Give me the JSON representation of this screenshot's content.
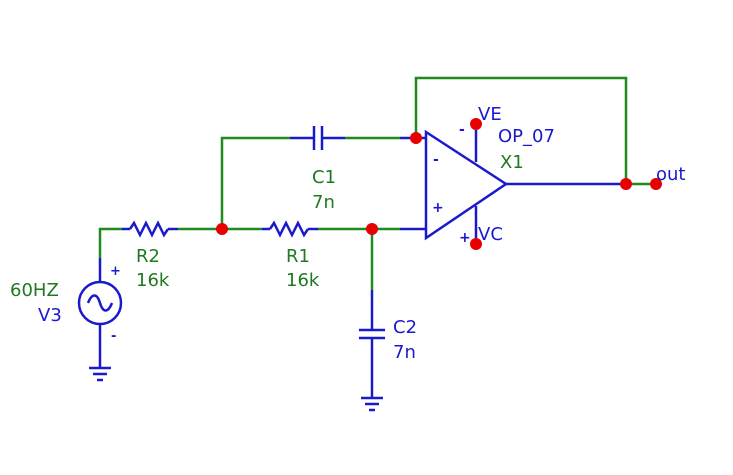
{
  "colors": {
    "wire": "#1f8a1f",
    "component": "#1a1acc",
    "label_green": "#1f7a1f",
    "node": "#e60000"
  },
  "components": {
    "source": {
      "name": "V3",
      "value": "60HZ",
      "plus": "+",
      "minus": "-"
    },
    "r2": {
      "name": "R2",
      "value": "16k"
    },
    "r1": {
      "name": "R1",
      "value": "16k"
    },
    "c1": {
      "name": "C1",
      "value": "7n"
    },
    "c2": {
      "name": "C2",
      "value": "7n"
    },
    "opamp": {
      "model": "OP_07",
      "name": "X1",
      "inv": "-",
      "noninv": "+",
      "pos_supply_sign": "-",
      "neg_supply_sign": "+"
    }
  },
  "nets": {
    "ve": "VE",
    "vc": "VC",
    "out": "out"
  }
}
